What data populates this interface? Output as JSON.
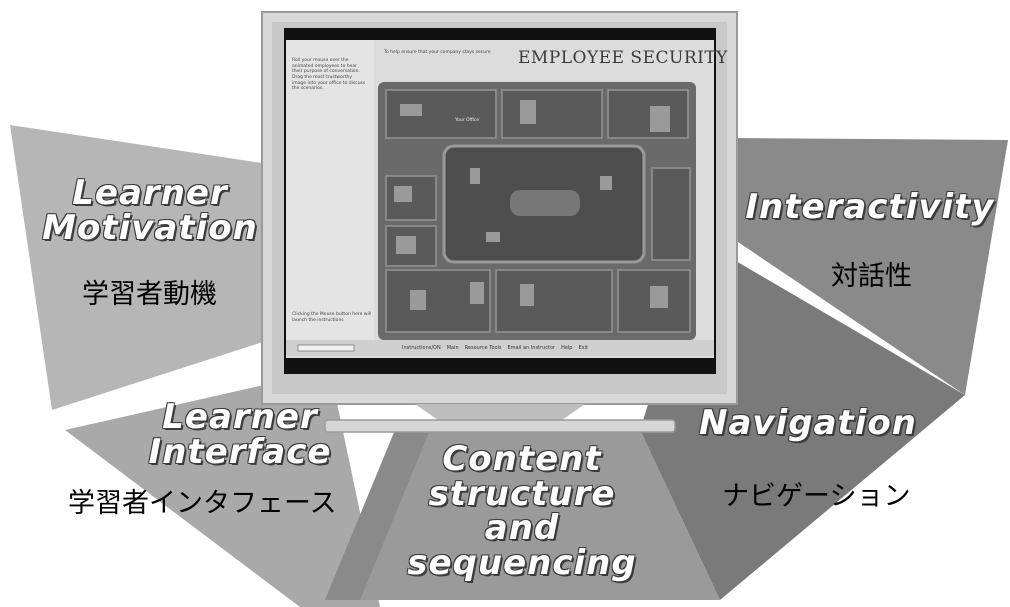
{
  "labels": {
    "motivation": [
      "Learner",
      "Motivation"
    ],
    "motivation_jp": "学習者動機",
    "interactivity": "Interactivity",
    "interactivity_jp": "対話性",
    "interface": [
      "Learner",
      "Interface"
    ],
    "interface_jp": "学習者インタフェース",
    "content": [
      "Content",
      "structure",
      "and",
      "sequencing"
    ],
    "navigation": "Navigation",
    "navigation_jp": "ナビゲーション"
  },
  "screen": {
    "title": "EMPLOYEE SECURITY",
    "header_note": "To help ensure that your company stays secure",
    "instructions": "Roll your mouse over the animated employees to hear their purpose of conversation. Drag the most trustworthy image into your office to discuss the scenarios.",
    "office_label": "Your Office",
    "footer_note": "Clicking the Mouse button here will launch the instructions",
    "nav": [
      "Instructions/ON",
      "Main",
      "Resource Tools",
      "Email an Instructor",
      "Help",
      "Exit"
    ]
  },
  "colors": {
    "panel_light": "#b0b0b0",
    "panel_mid": "#8f8f8f",
    "panel_dark": "#6e6e6e",
    "monitor": "#d2d2d2",
    "screen_dark": "#111111"
  }
}
